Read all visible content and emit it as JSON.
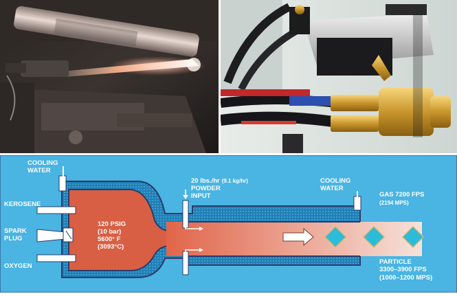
{
  "left_photo": {
    "icon": "thermal-spray-flame-photo"
  },
  "right_photo": {
    "icon": "spray-gun-hose-fittings-photo"
  },
  "diagram": {
    "colors": {
      "background": "#4ab4e2",
      "wall": "#1f7fb6",
      "wall_outline": "#2a3b6a",
      "chamber": "#d85f43",
      "jet_start": "#e1654a",
      "jet_end": "#f6e2da",
      "particle": "#2bbcd9",
      "particle_outline": "#d8b46a"
    },
    "cooling_water_left": [
      "COOLING",
      "WATER"
    ],
    "kerosene": "KEROSENE",
    "spark_plug": [
      "SPARK",
      "PLUG"
    ],
    "oxygen": "OXYGEN",
    "chamber_lines": [
      "120 PSIG",
      "(10 bar)",
      "5600° F",
      "(3093°C)"
    ],
    "powder_line1_a": "20 lbs./hr",
    "powder_line1_b": "(9.1 kg/hr)",
    "powder_line2": "POWDER",
    "powder_line3": "INPUT",
    "cooling_water_right": [
      "COOLING",
      "WATER"
    ],
    "gas_speed": "GAS 7200 FPS",
    "gas_speed_metric": "(2194 MPS)",
    "particle_label": "PARTICLE",
    "particle_speed": "3300–3900 FPS",
    "particle_speed_metric": "(1000–1200 MPS)"
  }
}
